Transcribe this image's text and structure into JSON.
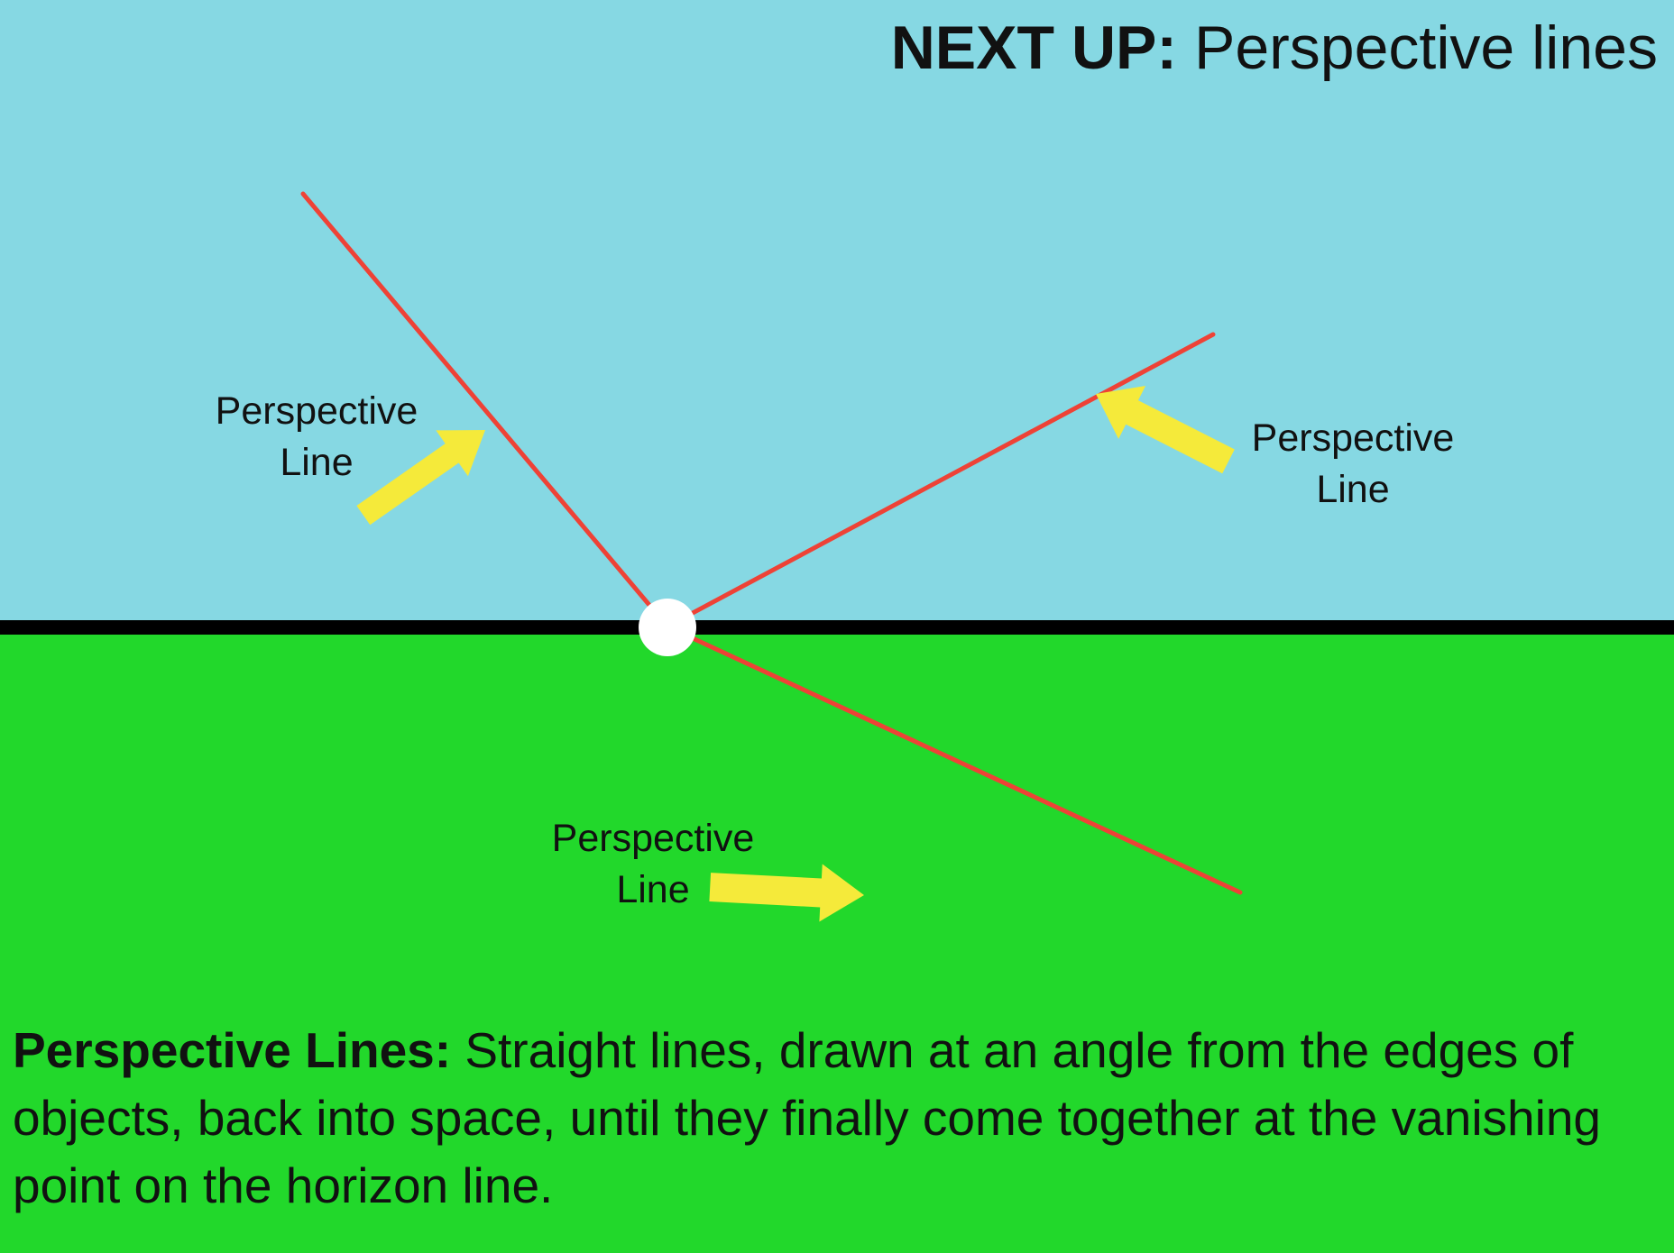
{
  "title": {
    "prefix": "NEXT UP:",
    "text": "Perspective lines"
  },
  "labels": [
    {
      "line1": "Perspective",
      "line2": "Line"
    },
    {
      "line1": "Perspective",
      "line2": "Line"
    },
    {
      "line1": "Perspective",
      "line2": "Line"
    }
  ],
  "definition": {
    "term": "Perspective Lines:",
    "text": "Straight lines, drawn at an angle from the edges of objects, back into space, until they finally come together at the vanishing point on the horizon line."
  },
  "colors": {
    "sky": "#86d8e3",
    "ground": "#22d82b",
    "horizon": "#000000",
    "perspective_line": "#ee4236",
    "arrow": "#f5ea3a",
    "vanishing_point": "#ffffff"
  }
}
